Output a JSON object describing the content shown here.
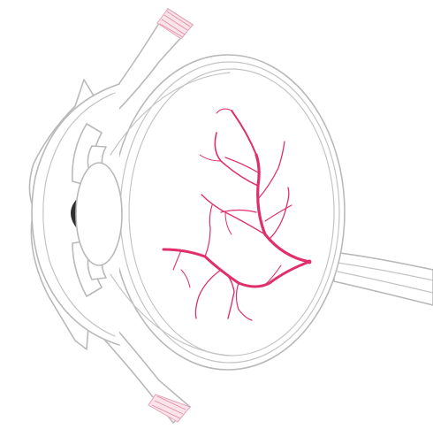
{
  "colors": {
    "background": "#ffffff",
    "outline": "#b9b9b9",
    "vessel": "#e0306c",
    "muscle_tip": "#fbe3ea",
    "muscle_fiber": "#e48ea8",
    "pupil": "#2f2f2f"
  },
  "parts": [
    "eyeball",
    "cornea",
    "iris",
    "pupil",
    "lens",
    "ciliary-body",
    "retina",
    "retinal-blood-vessels",
    "optic-disc",
    "optic-nerve",
    "superior-muscle",
    "inferior-muscle"
  ]
}
